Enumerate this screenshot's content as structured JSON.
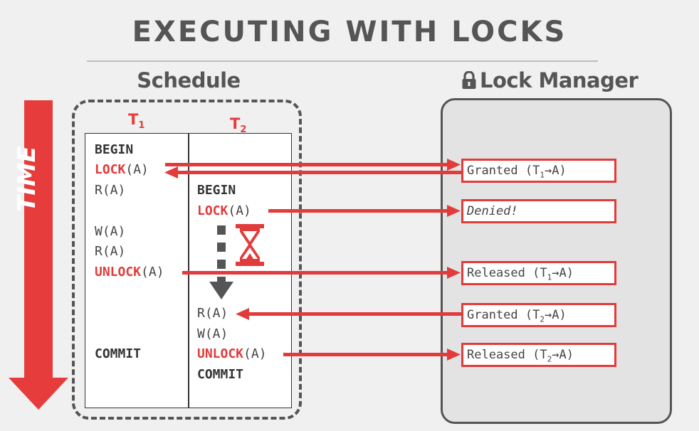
{
  "title": "EXECUTING WITH LOCKS",
  "schedule": {
    "title": "Schedule",
    "t1_header": "T",
    "t1_sub": "1",
    "t2_header": "T",
    "t2_sub": "2",
    "t1_ops": {
      "begin": "BEGIN",
      "lock_kw": "LOCK",
      "lock_arg": "(A)",
      "read1": "R(A)",
      "write": "W(A)",
      "read2": "R(A)",
      "unlock_kw": "UNLOCK",
      "unlock_arg": "(A)",
      "commit": "COMMIT"
    },
    "t2_ops": {
      "begin": "BEGIN",
      "lock_kw": "LOCK",
      "lock_arg": "(A)",
      "read": "R(A)",
      "write": "W(A)",
      "unlock_kw": "UNLOCK",
      "unlock_arg": "(A)",
      "commit": "COMMIT"
    }
  },
  "lock_manager": {
    "title": "Lock Manager",
    "responses": {
      "granted_t1": {
        "pre": "Granted (T",
        "sub": "1",
        "post": "→A)"
      },
      "denied": "Denied!",
      "released_t1": {
        "pre": "Released (T",
        "sub": "1",
        "post": "→A)"
      },
      "granted_t2": {
        "pre": "Granted (T",
        "sub": "2",
        "post": "→A)"
      },
      "released_t2": {
        "pre": "Released (T",
        "sub": "2",
        "post": "→A)"
      }
    }
  },
  "time_label": "TIME",
  "colors": {
    "accent": "#e23b3b",
    "dark": "#555555"
  },
  "icons": [
    "lock-icon",
    "hourglass-icon",
    "time-arrow",
    "wait-arrow"
  ]
}
